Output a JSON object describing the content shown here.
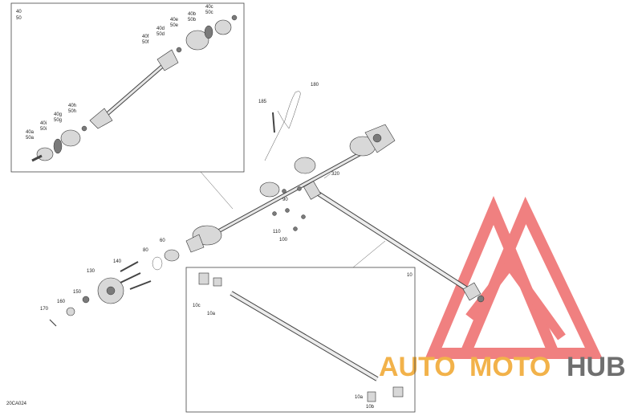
{
  "diagram_id": "20CA024",
  "box_top_left": {
    "header": [
      "40",
      "50"
    ]
  },
  "box_bottom": {
    "header": "10"
  },
  "labels": {
    "l40c": "40c",
    "l50c": "50c",
    "l40b": "40b",
    "l50b": "50b",
    "l40e": "40e",
    "l50e": "50e",
    "l40d": "40d",
    "l50d": "50d",
    "l40f": "40f",
    "l50f": "50f",
    "l40h": "40h",
    "l50h": "50h",
    "l40g": "40g",
    "l50g": "50g",
    "l40i": "40i",
    "l50i": "50i",
    "l40a": "40a",
    "l50a": "50a",
    "l180": "180",
    "l185": "185",
    "l320": "320",
    "l90": "90",
    "l110": "110",
    "l100": "100",
    "l60": "60",
    "l80": "80",
    "l130": "130",
    "l140": "140",
    "l150": "150",
    "l160": "160",
    "l170": "170",
    "l10c": "10c",
    "l10a_top": "10a",
    "l10a_bot": "10a",
    "l10b": "10b"
  },
  "watermark": {
    "part1": "AUTO",
    "part2": "MOTO",
    "part3": "HUB"
  },
  "colors": {
    "watermark_red": "#ee6a6a",
    "watermark_orange": "#f2b24a",
    "watermark_gray": "#6f6f6f"
  }
}
